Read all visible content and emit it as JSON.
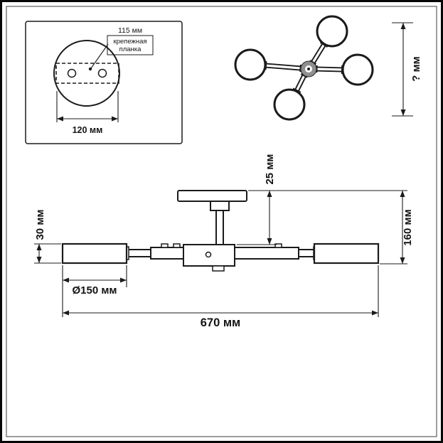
{
  "meta": {
    "title": "Чертёж потолочной люстры с размерами"
  },
  "colors": {
    "line": "#1b1b1b",
    "background": "#ffffff",
    "hub_fill": "#8f8f8f"
  },
  "inset": {
    "hole_distance_label": "115 мм",
    "bracket_label_line1": "крепежная",
    "bracket_label_line2": "планка",
    "plate_diameter_label": "120 мм"
  },
  "top_view": {
    "height_label": "? мм"
  },
  "side_view": {
    "stem_height_label": "25 мм",
    "shade_height_label": "30 мм",
    "total_height_label": "160 мм",
    "shade_diameter_label": "Ø150 мм",
    "total_width_label": "670 мм"
  }
}
